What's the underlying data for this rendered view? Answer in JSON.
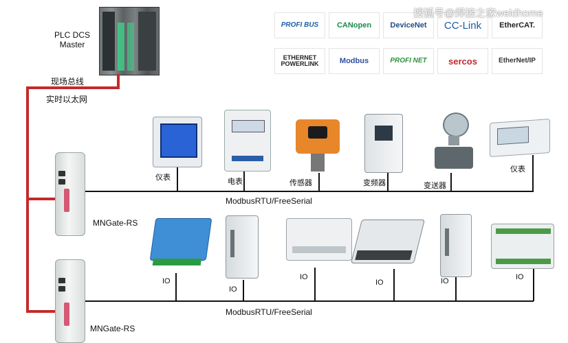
{
  "master": {
    "line1": "PLC  DCS",
    "line2": "Master"
  },
  "bus_labels": {
    "field_bus": "现场总线",
    "realtime_ethernet": "实时以太网"
  },
  "protocols": [
    {
      "text": "PROFI BUS",
      "color": "#1f5fa8"
    },
    {
      "text": "CANopen",
      "color": "#1a8a4a"
    },
    {
      "text": "DeviceNet",
      "color": "#1f4e86"
    },
    {
      "text": "CC-Link",
      "color": "#1d5aa5"
    },
    {
      "text": "EtherCAT.",
      "color": "#222222"
    },
    {
      "text": "ETHERNET POWERLINK",
      "color": "#222222"
    },
    {
      "text": "Modbus",
      "color": "#2d4fa0"
    },
    {
      "text": "PROFI NET",
      "color": "#2f8f3f"
    },
    {
      "text": "sercos",
      "color": "#c1272d"
    },
    {
      "text": "EtherNet/IP",
      "color": "#333333"
    }
  ],
  "watermark": "搜狐号@焊接之家weldhome",
  "gateways": [
    {
      "label": "MNGate-RS"
    },
    {
      "label": "MNGate-RS"
    }
  ],
  "top_devices": [
    {
      "label": "仪表"
    },
    {
      "label": "电表"
    },
    {
      "label": "传感器"
    },
    {
      "label": "变频器"
    },
    {
      "label": "变送器"
    },
    {
      "label": "仪表"
    }
  ],
  "io_devices": [
    {
      "label": "IO"
    },
    {
      "label": "IO"
    },
    {
      "label": "IO"
    },
    {
      "label": "IO"
    },
    {
      "label": "IO"
    },
    {
      "label": "IO"
    }
  ],
  "bus_names": {
    "top": "ModbusRTU/FreeSerial",
    "bottom": "ModbusRTU/FreeSerial"
  },
  "colors": {
    "field_bus": "#c42a2a",
    "serial_bus": "#111111"
  }
}
